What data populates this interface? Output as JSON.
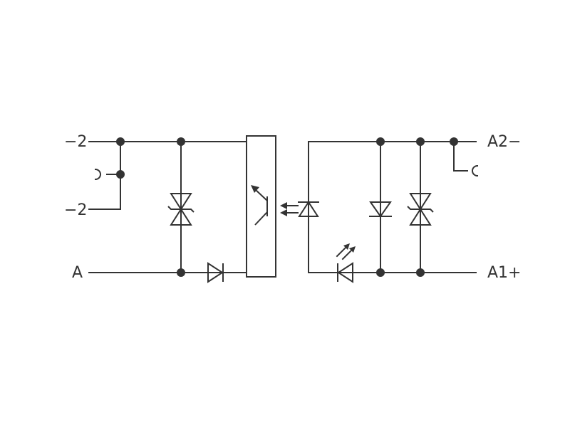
{
  "labels": {
    "left_top": "−2",
    "left_mid": "−2",
    "left_bottom": "A",
    "right_top": "A2−",
    "right_bottom": "A1+"
  },
  "colors": {
    "line": "#333333",
    "background": "#ffffff"
  }
}
